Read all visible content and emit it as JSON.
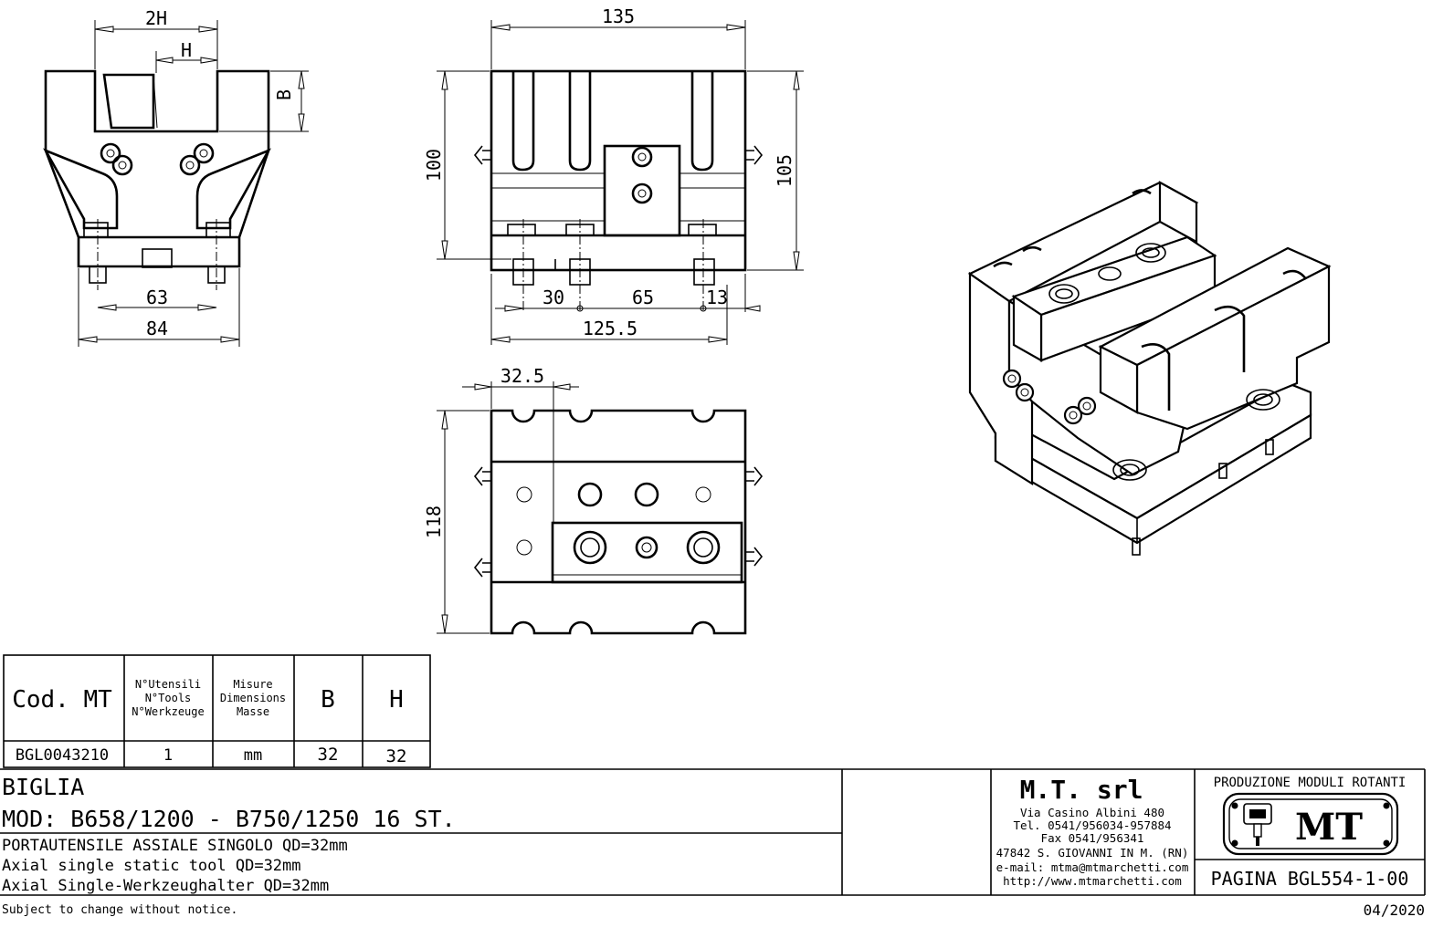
{
  "dimensions": {
    "front": {
      "two_h": "2H",
      "h": "H",
      "b": "B",
      "d63": "63",
      "d84": "84"
    },
    "side": {
      "d135": "135",
      "d100": "100",
      "d105": "105",
      "d30": "30",
      "d65": "65",
      "d13": "13",
      "d125_5": "125.5"
    },
    "top": {
      "d32_5": "32.5",
      "d118": "118"
    }
  },
  "table": {
    "headers": {
      "cod": "Cod. MT",
      "tools": [
        "N°Utensili",
        "N°Tools",
        "N°Werkzeuge"
      ],
      "dims": [
        "Misure",
        "Dimensions",
        "Masse"
      ],
      "b": "B",
      "h": "H"
    },
    "row": {
      "cod": "BGL0043210",
      "tools": "1",
      "dims": "mm",
      "b": "32",
      "h": "32"
    }
  },
  "title_block": {
    "machine": "BIGLIA",
    "model": "MOD: B658/1200 - B750/1250 16 ST.",
    "desc_it": "PORTAUTENSILE ASSIALE SINGOLO QD=32mm",
    "desc_en": "Axial single static tool QD=32mm",
    "desc_de": "Axial Single-Werkzeughalter QD=32mm",
    "company": {
      "name": "M.T. srl",
      "lines": [
        "Via Casino Albini 480",
        "Tel. 0541/956034-957884",
        "Fax 0541/956341",
        "47842 S. GIOVANNI IN M. (RN)",
        "e-mail: mtma@mtmarchetti.com",
        "http://www.mtmarchetti.com"
      ]
    },
    "production": "PRODUZIONE MODULI ROTANTI",
    "logo_text": "MT",
    "page": "PAGINA BGL554-1-00"
  },
  "footer": {
    "notice": "Subject to change without notice.",
    "date": "04/2020"
  }
}
